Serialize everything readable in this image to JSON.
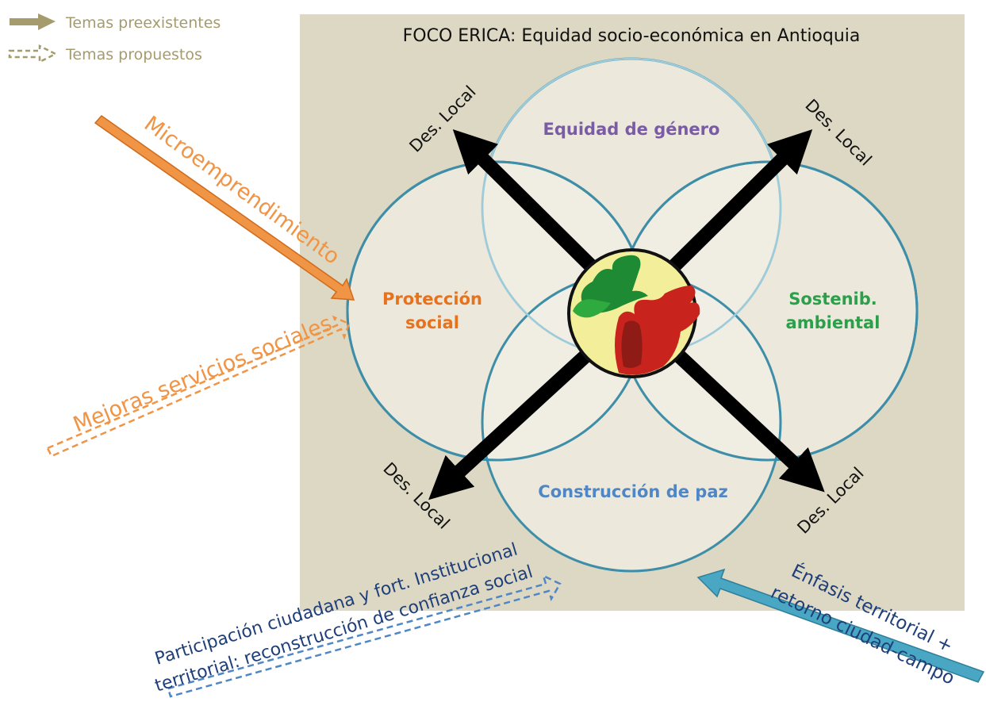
{
  "legend": {
    "existing": "Temas preexistentes",
    "proposed": "Temas propuestos"
  },
  "title": "FOCO ERICA: Equidad socio-económica en Antioquia",
  "circles": {
    "top": "Equidad de género",
    "left": [
      "Protección",
      "social"
    ],
    "right": [
      "Sostenib.",
      "ambiental"
    ],
    "bottom": "Construcción de paz"
  },
  "axis_label": "Des. Local",
  "inputs": {
    "micro": "Microemprendimiento",
    "services": "Mejoras servicios sociales",
    "participation": [
      "Participación ciudadana y fort. Institucional",
      "territorial: reconstrucción de confianza social"
    ],
    "territorial": [
      "Énfasis territorial +",
      "retorno ciudad-campo"
    ]
  },
  "colors": {
    "panel": "#ddd8c3",
    "circle_stroke": "#3f8ea8",
    "circle_fill": "#f1efe6",
    "gender": "#7a5ba6",
    "protection": "#e8721c",
    "environment": "#2aa04a",
    "peace": "#4f86c6",
    "orange_arrow": "#f09445",
    "blue_arrow": "#4aa7c4",
    "navy_text": "#1f3f7a",
    "legend": "#a59b6c"
  }
}
